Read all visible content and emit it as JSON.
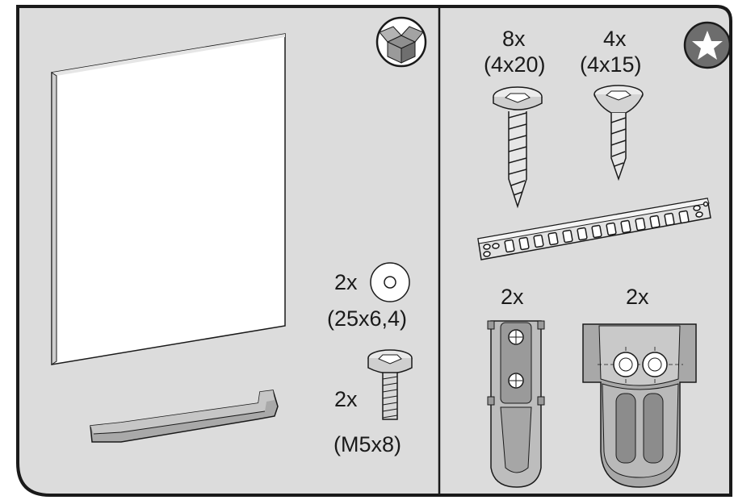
{
  "colors": {
    "panel_fill": "#dcdcdc",
    "outline": "#1a1a1a",
    "board_fill": "#ffffff",
    "part_gray": "#b5b5b5",
    "part_dark": "#8c8c8c",
    "badge_fill": "#6d6d6d"
  },
  "icons": {
    "box_icon": "open-cardboard-box-icon",
    "star_icon": "star-badge-icon"
  },
  "left_panel": {
    "washer": {
      "qty": "2x",
      "size": "(25x6,4)"
    },
    "bolt": {
      "qty": "2x",
      "size": "(M5x8)"
    }
  },
  "right_panel": {
    "screw_large": {
      "qty": "8x",
      "size": "(4x20)"
    },
    "screw_small": {
      "qty": "4x",
      "size": "(4x15)"
    },
    "clip_single": {
      "qty": "2x"
    },
    "clip_double": {
      "qty": "2x"
    }
  }
}
